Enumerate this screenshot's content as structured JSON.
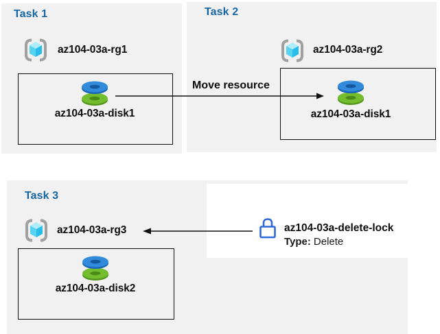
{
  "tasks": {
    "task1": {
      "label": "Task 1",
      "resource_group": "az104-03a-rg1",
      "disk": "az104-03a-disk1"
    },
    "task2": {
      "label": "Task 2",
      "resource_group": "az104-03a-rg2",
      "disk": "az104-03a-disk1"
    },
    "task3": {
      "label": "Task 3",
      "resource_group": "az104-03a-rg3",
      "disk": "az104-03a-disk2"
    }
  },
  "arrows": {
    "move_label": "Move resource"
  },
  "lock": {
    "name": "az104-03a-delete-lock",
    "type_label": "Type:",
    "type_value": "Delete"
  },
  "icons": {
    "resource_group": "resource-group-icon",
    "disk": "disk-icon",
    "lock": "lock-icon"
  },
  "colors": {
    "panel_bg": "#f1f1f1",
    "task_title_blue": "#1766a4",
    "text_black": "#0d0d0d",
    "box_border": "#0d0d0d",
    "lock_blue": "#2e68d9",
    "bracket_gray": "#a0a0a0",
    "cube_top": "#aeedf9",
    "cube_left": "#58d4f2",
    "cube_right": "#29bee9",
    "disk_blue": "#318bda",
    "disk_blue_dark": "#1a66b8",
    "disk_blue_hole": "#14589e",
    "disk_green": "#73bd2f",
    "disk_green_dark": "#55961e",
    "disk_green_hole": "#4a8a16"
  }
}
